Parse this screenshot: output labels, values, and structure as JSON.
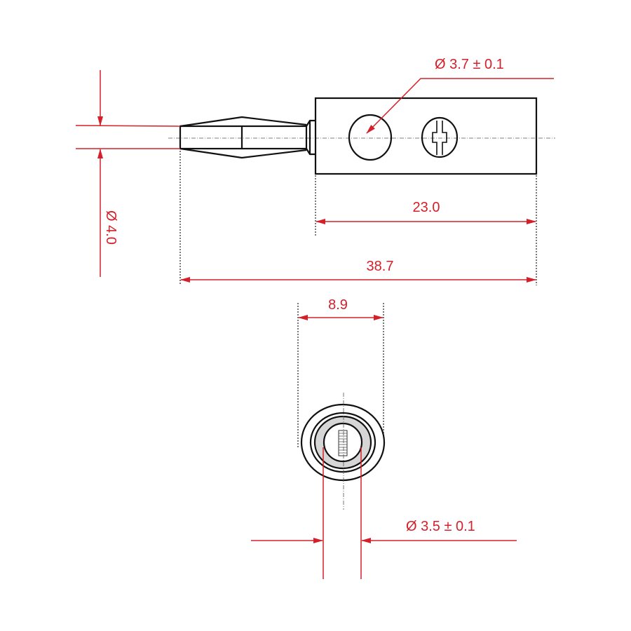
{
  "drawing": {
    "title": "Banana plug technical drawing",
    "colors": {
      "dimension": "#d4202a",
      "outline": "#111111",
      "ring_fill": "#d6d6d6"
    },
    "side_view": {
      "hole_diameter_label": "Ø 3.7 ± 0.1",
      "pin_diameter_label": "Ø 4.0",
      "body_length_label": "23.0",
      "total_length_label": "38.7"
    },
    "end_view": {
      "outer_width_label": "8.9",
      "bore_diameter_label": "Ø 3.5 ± 0.1"
    }
  }
}
